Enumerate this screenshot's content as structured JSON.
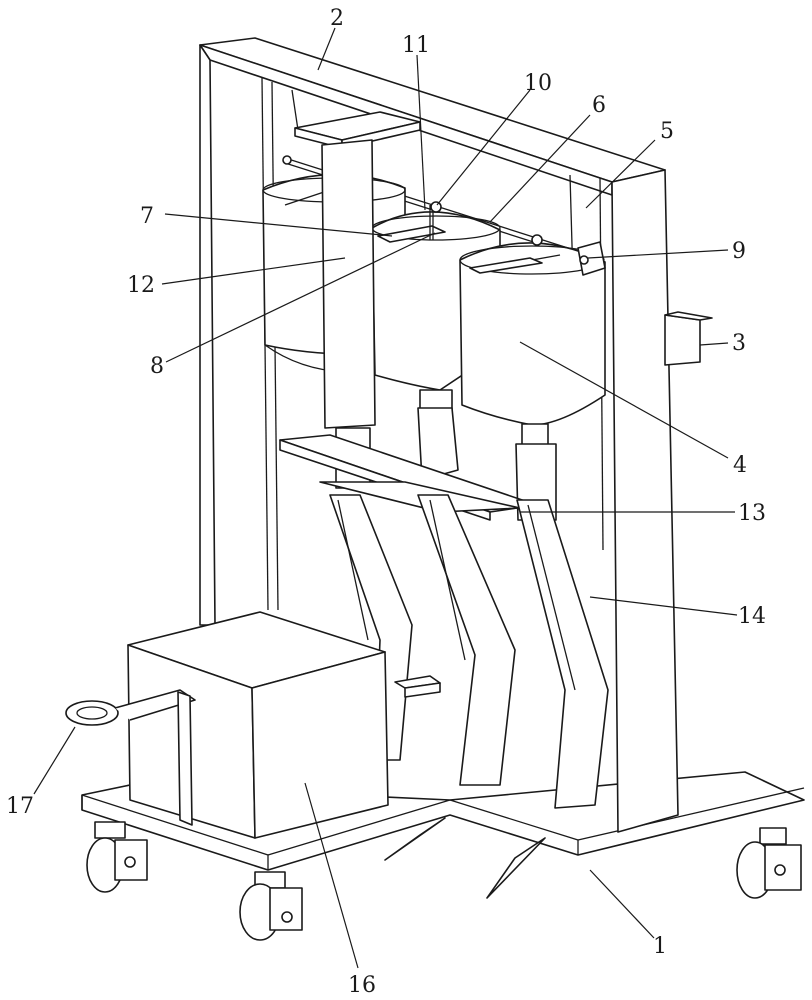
{
  "labels": {
    "l1": "1",
    "l2": "2",
    "l3": "3",
    "l4": "4",
    "l5": "5",
    "l6": "6",
    "l7": "7",
    "l8": "8",
    "l9": "9",
    "l10": "10",
    "l11": "11",
    "l12": "12",
    "l13": "13",
    "l14": "14",
    "l16": "16",
    "l17": "17"
  }
}
